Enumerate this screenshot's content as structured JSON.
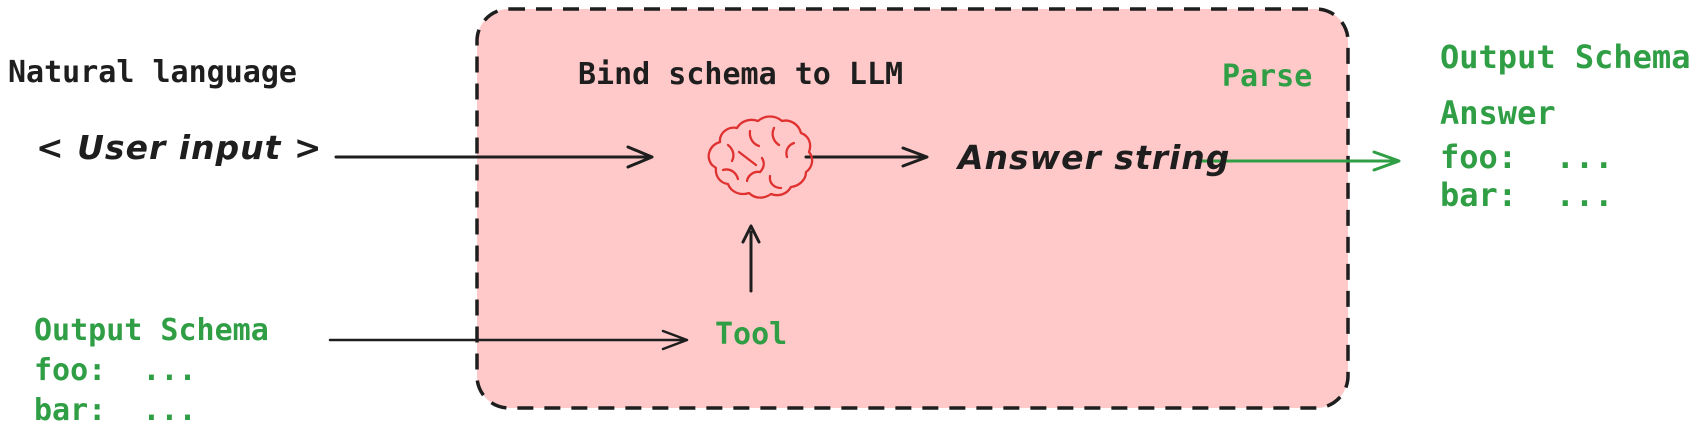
{
  "diagram": {
    "left": {
      "title": "Natural language",
      "user_input": "< User input >",
      "schema": {
        "title": "Output Schema",
        "foo": "foo:  ...",
        "bar": "bar:  ..."
      }
    },
    "box": {
      "title": "Bind schema to LLM",
      "parse_label": "Parse",
      "answer_label": "Answer string",
      "tool_label": "Tool"
    },
    "right": {
      "schema": {
        "title": "Output Schema",
        "answer": "Answer",
        "foo": "foo:  ...",
        "bar": "bar:  ..."
      }
    },
    "icons": {
      "brain": "brain-icon"
    },
    "edges": [
      {
        "from": "User input",
        "to": "LLM (brain)",
        "color": "#1e1e1e"
      },
      {
        "from": "LLM (brain)",
        "to": "Answer string",
        "color": "#1e1e1e"
      },
      {
        "from": "Answer string",
        "to": "Output Schema (parsed)",
        "color": "#2f9e44"
      },
      {
        "from": "Output Schema",
        "to": "Tool",
        "color": "#1e1e1e"
      },
      {
        "from": "Tool",
        "to": "LLM (brain)",
        "color": "#1e1e1e"
      }
    ],
    "colors": {
      "ink": "#1e1e1e",
      "green": "#2f9e44",
      "brain_red": "#e03131",
      "box_fill": "#ffc9c9"
    }
  }
}
